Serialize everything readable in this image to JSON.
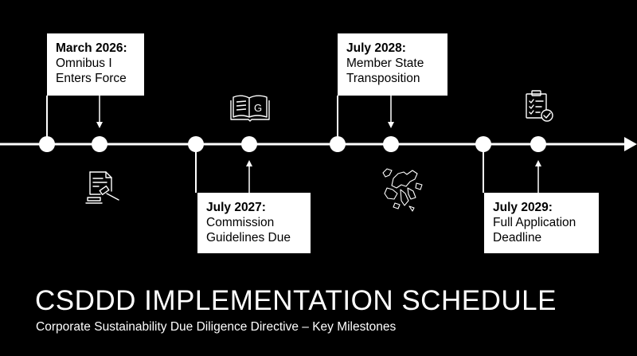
{
  "title": "CSDDD IMPLEMENTATION SCHEDULE",
  "subtitle": "Corporate Sustainability Due Diligence Directive – Key Milestones",
  "milestones": [
    {
      "date": "March 2026:",
      "line2": "Omnibus I",
      "line3": "Enters Force",
      "icon": "legal-document-gavel-icon"
    },
    {
      "date": "July 2027:",
      "line2": "Commission",
      "line3": "Guidelines Due",
      "icon": "guidelines-book-icon"
    },
    {
      "date": "July 2028:",
      "line2": "Member State",
      "line3": "Transposition",
      "icon": "europe-map-icon"
    },
    {
      "date": "July 2029:",
      "line2": "Full Application",
      "line3": "Deadline",
      "icon": "checklist-clipboard-icon"
    }
  ],
  "colors": {
    "background": "#000000",
    "foreground": "#ffffff",
    "box_text": "#000000"
  }
}
